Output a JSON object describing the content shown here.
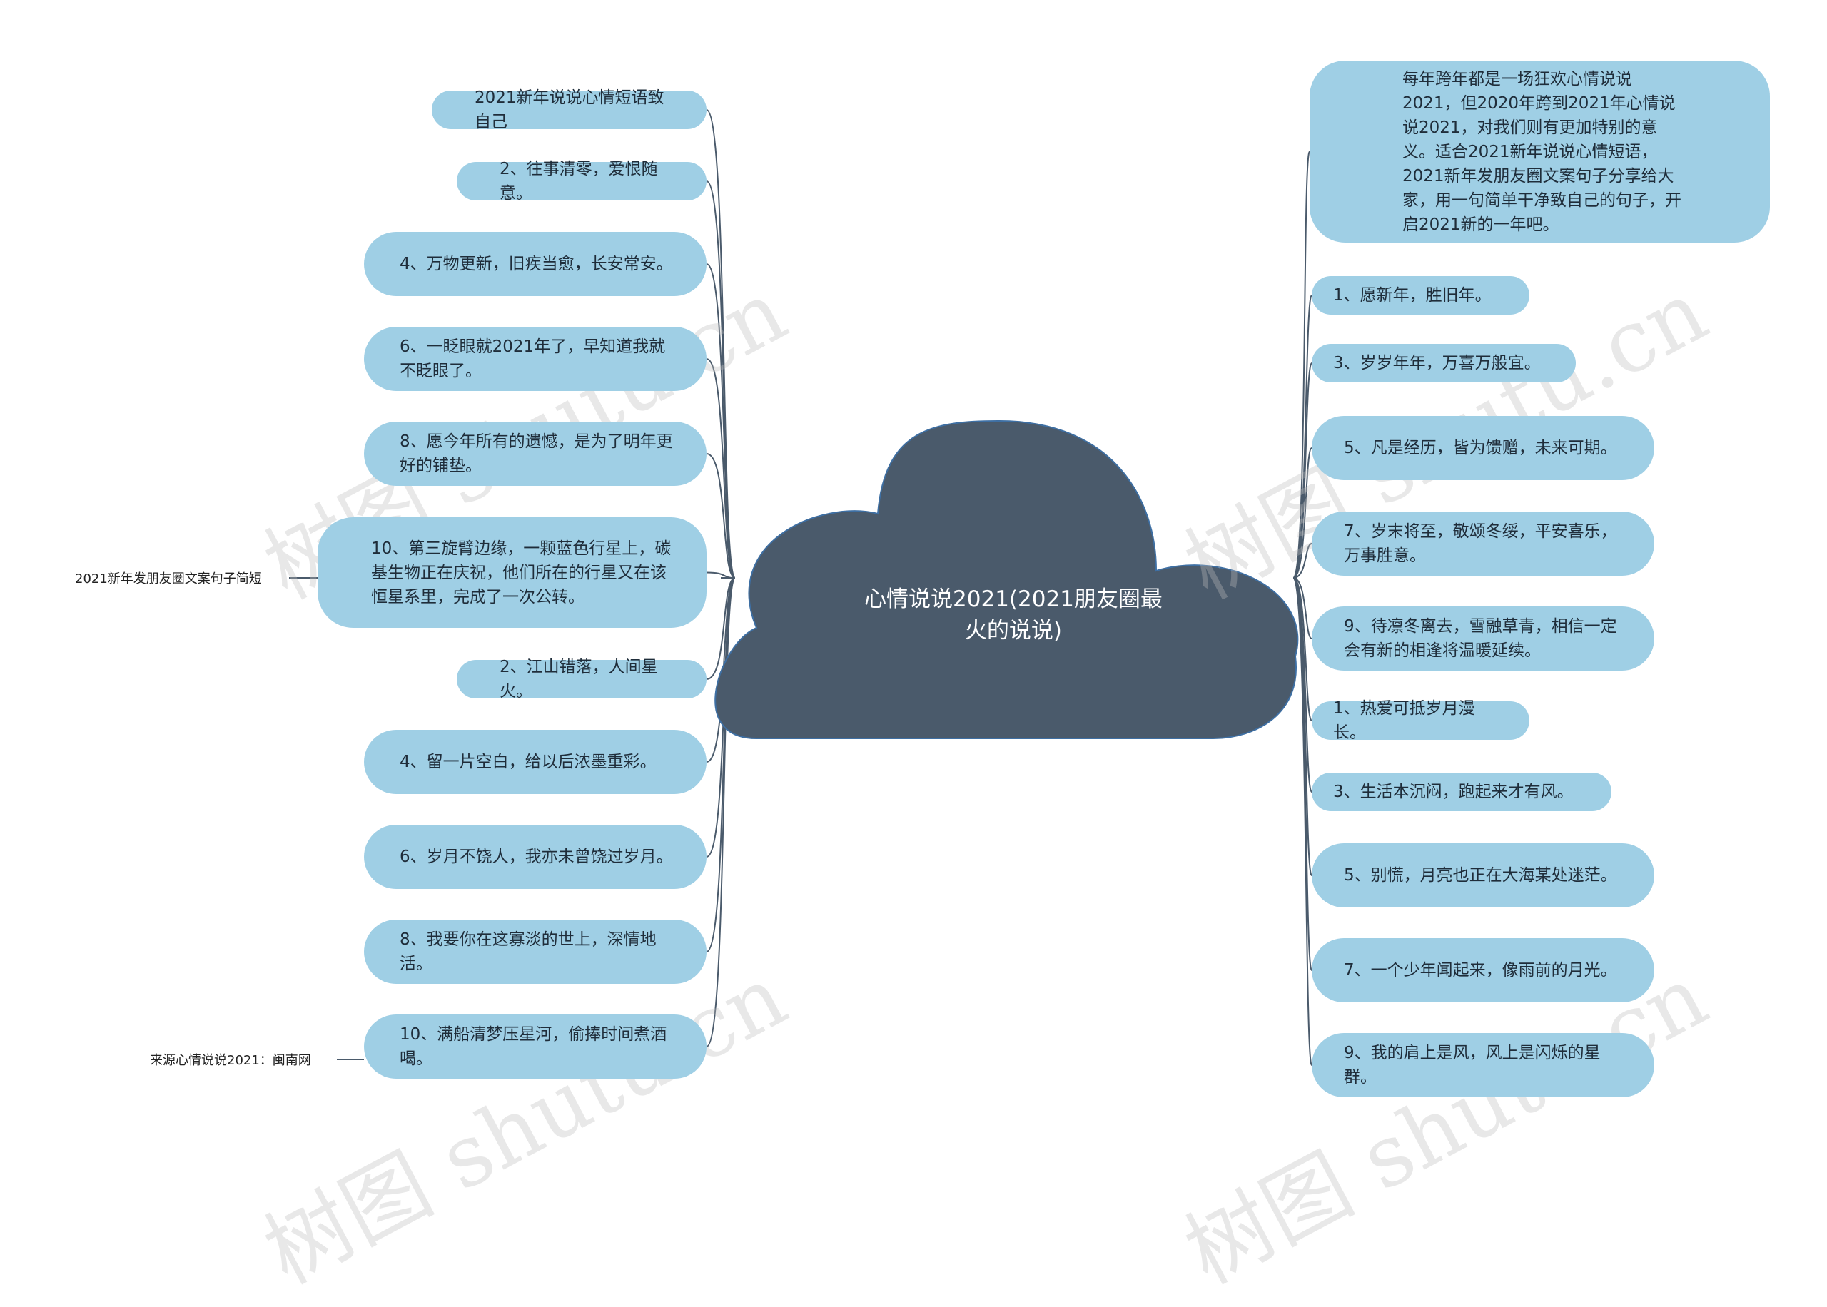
{
  "watermark": "树图 shutu.cn",
  "center": {
    "title": "心情说说2021(2021朋友圈最火的说说)"
  },
  "left_nodes": [
    "2021新年说说心情短语致自己",
    "2、往事清零，爱恨随意。",
    "4、万物更新，旧疾当愈，长安常安。",
    "6、一眨眼就2021年了，早知道我就不眨眼了。",
    "8、愿今年所有的遗憾，是为了明年更好的铺垫。",
    "10、第三旋臂边缘，一颗蓝色行星上，碳基生物正在庆祝，他们所在的行星又在该恒星系里，完成了一次公转。",
    "2、江山错落，人间星火。",
    "4、留一片空白，给以后浓墨重彩。",
    "6、岁月不饶人，我亦未曾饶过岁月。",
    "8、我要你在这寡淡的世上，深情地活。",
    "10、满船清梦压星河，偷捧时间煮酒喝。"
  ],
  "side_labels": {
    "left_6": "2021新年发朋友圈文案句子简短",
    "left_11": "来源心情说说2021：闽南网"
  },
  "right_nodes": [
    "每年跨年都是一场狂欢心情说说2021，但2020年跨到2021年心情说说2021，对我们则有更加特别的意义。适合2021新年说说心情短语，2021新年发朋友圈文案句子分享给大家，用一句简单干净致自己的句子，开启2021新的一年吧。",
    "1、愿新年，胜旧年。",
    "3、岁岁年年，万喜万般宜。",
    "5、凡是经历，皆为馈赠，未来可期。",
    "7、岁末将至，敬颂冬绥，平安喜乐，万事胜意。",
    "9、待凛冬离去，雪融草青，相信一定会有新的相逢将温暖延续。",
    "1、热爱可抵岁月漫长。",
    "3、生活本沉闷，跑起来才有风。",
    "5、别慌，月亮也正在大海某处迷茫。",
    "7、一个少年闻起来，像雨前的月光。",
    "9、我的肩上是风，风上是闪烁的星群。"
  ],
  "colors": {
    "node_fill": "#9fcfe5",
    "center_fill": "#4a5a6b",
    "line": "#4a5a6b"
  }
}
